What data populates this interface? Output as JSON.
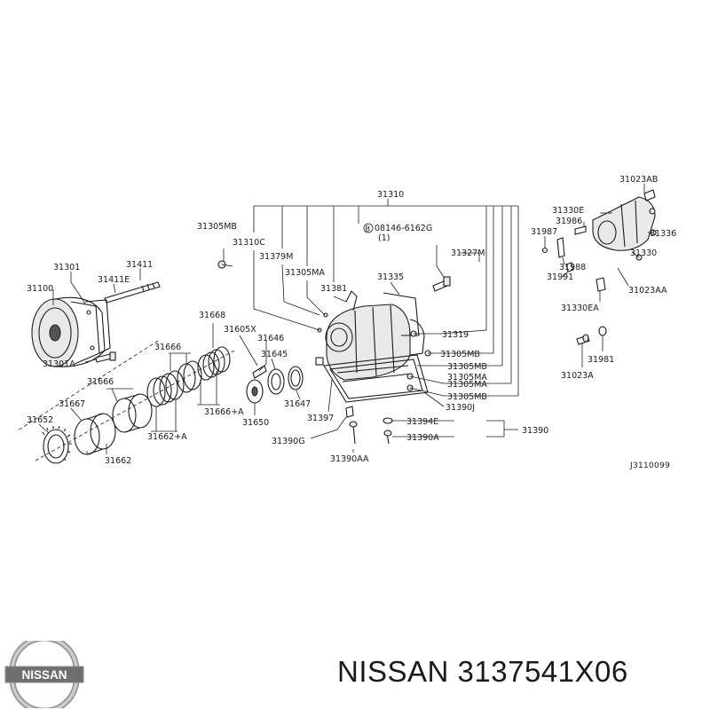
{
  "labels": {
    "l31310": "31310",
    "l31305MB_top": "31305MB",
    "l31310C": "31310C",
    "l31379M": "31379M",
    "l31305MA_top": "31305MA",
    "l31381": "31381",
    "l08146": "08146-6162G",
    "l08146_qty": "(1)",
    "l08146_prefix": "B",
    "l31327M": "31327M",
    "l31335": "31335",
    "l31319": "31319",
    "l31305MB_r1": "31305MB",
    "l31305MB_r2": "31305MB",
    "l31305MA_r1": "31305MA",
    "l31305MA_r2": "31305MA",
    "l31390J": "31390J",
    "l31394E": "31394E",
    "l31390A": "31390A",
    "l31390": "31390",
    "l31390G": "31390G",
    "l31390AA": "31390AA",
    "l31397": "31397",
    "l31301": "31301",
    "l31100": "31100",
    "l31411E": "31411E",
    "l31411": "31411",
    "l31301A": "31301A",
    "l31668": "31668",
    "l31605X": "31605X",
    "l31646": "31646",
    "l31645": "31645",
    "l31647": "31647",
    "l31650": "31650",
    "l31666_a": "31666",
    "l31666_b": "31666",
    "l31666A": "31666+A",
    "l31662A": "31662+A",
    "l31667": "31667",
    "l31652": "31652",
    "l31662": "31662",
    "l31023AB": "31023AB",
    "l31330E": "31330E",
    "l31986": "31986",
    "l31987": "31987",
    "l31336": "31336",
    "l31330": "31330",
    "l31988": "31988",
    "l31991": "31991",
    "l31023AA": "31023AA",
    "l31330EA": "31330EA",
    "l31981": "31981",
    "l31023A": "31023A",
    "diagram_code": "J3110099"
  },
  "logo": {
    "text": "NISSAN"
  },
  "caption": "NISSAN 3137541X06"
}
